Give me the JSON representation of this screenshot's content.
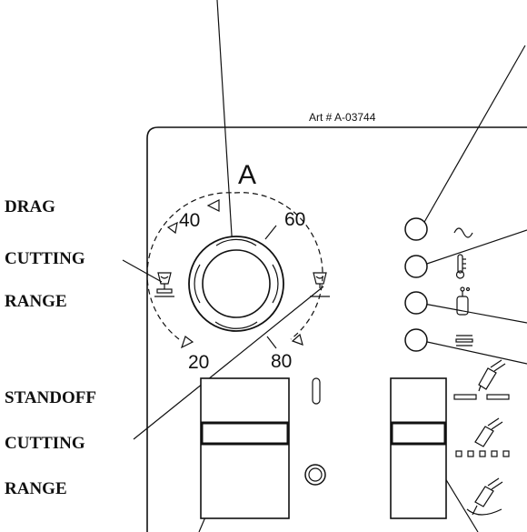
{
  "art_number": "Art # A-03744",
  "panel": {
    "amperage_symbol": "A",
    "dial_scale": [
      "20",
      "40",
      "60",
      "80"
    ]
  },
  "left_labels": {
    "drag_lines": [
      "DRAG",
      "CUTTING",
      "RANGE"
    ],
    "standoff_lines": [
      "STANDOFF",
      "CUTTING",
      "RANGE"
    ]
  },
  "indicators": [
    {
      "icon": "ac-power-icon"
    },
    {
      "icon": "temperature-icon"
    },
    {
      "icon": "gas-cylinder-icon"
    },
    {
      "icon": "fault-icon"
    }
  ],
  "mode_icons": [
    "cut-mode-icon",
    "grid-mode-icon",
    "gouge-mode-icon"
  ]
}
